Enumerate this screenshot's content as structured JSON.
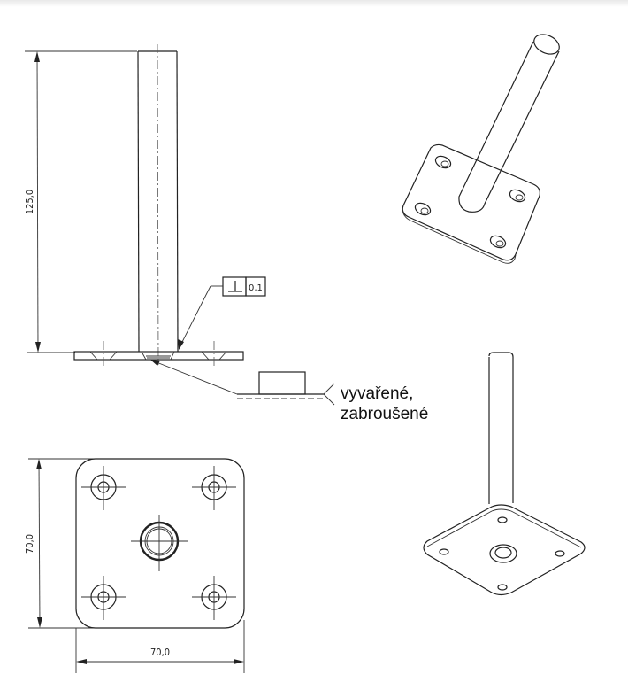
{
  "drawing": {
    "side_view": {
      "height_dimension": "125,0",
      "perpendicularity_tolerance": {
        "symbol": "⊥",
        "value": "0,1"
      }
    },
    "weld_note": {
      "line1": "vyvařené,",
      "line2": "zabroušené"
    },
    "top_view": {
      "width_dimension": "70,0",
      "height_dimension": "70,0"
    },
    "isometric_views": [
      {
        "label": "isometric-top-view"
      },
      {
        "label": "isometric-bottom-view"
      }
    ],
    "colors": {
      "line": "#222222",
      "background": "#ffffff"
    }
  }
}
